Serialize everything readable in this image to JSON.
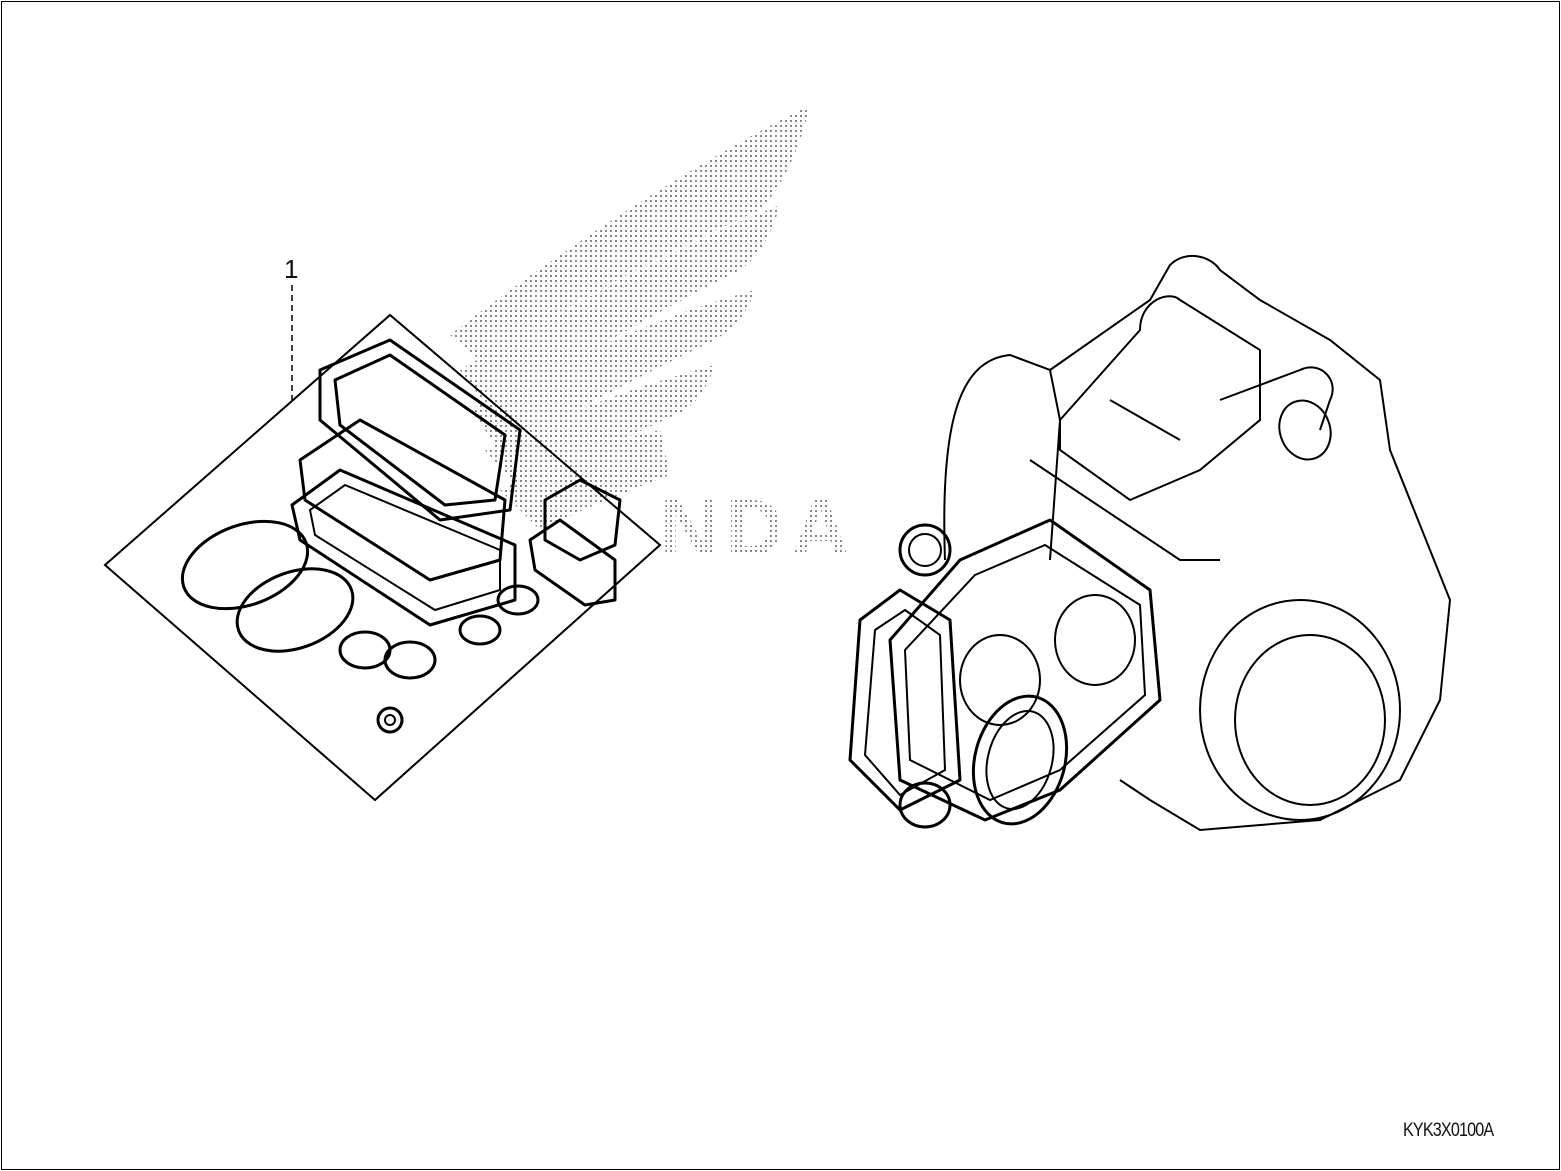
{
  "diagram": {
    "reference_label": "1",
    "diagram_code": "KYK3X0100A",
    "watermark_logo_text": "HONDA",
    "colors": {
      "line": "#000000",
      "watermark": "#9a9a9a",
      "background": "#ffffff"
    },
    "parts": [
      {
        "ref": "1",
        "description_icon": "gasket-kit-icon"
      }
    ]
  }
}
